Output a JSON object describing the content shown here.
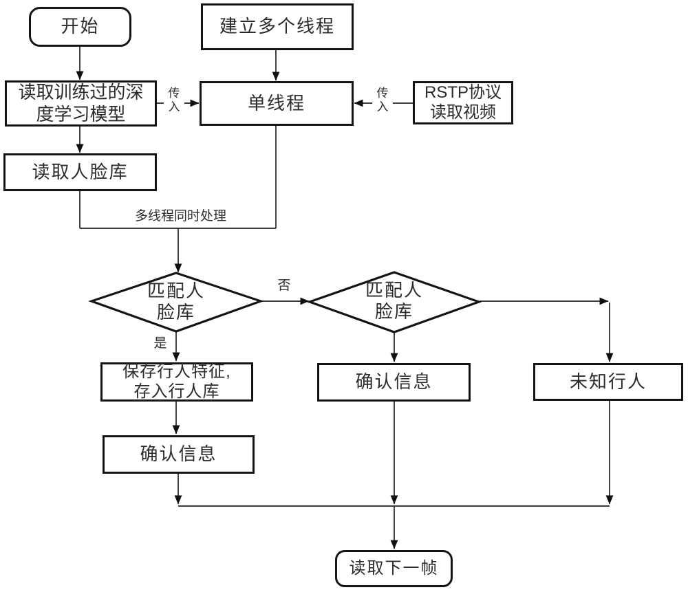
{
  "figure": {
    "type": "flowchart",
    "description_visible_text_only": true
  },
  "nodes": {
    "start": {
      "label": "开始",
      "shape": "rounded"
    },
    "create_threads": {
      "label": "建立多个线程",
      "shape": "rect"
    },
    "read_model": {
      "lines": [
        "读取训练过的深",
        "度学习模型"
      ],
      "shape": "rect"
    },
    "single_thread": {
      "label": "单线程",
      "shape": "rect"
    },
    "rstp_read_video": {
      "lines": [
        "RSTP协议",
        "读取视频"
      ],
      "shape": "rect"
    },
    "read_face_db": {
      "label": "读取人脸库",
      "shape": "rect"
    },
    "match_face_db_1": {
      "lines": [
        "匹配人",
        "脸库"
      ],
      "shape": "diamond"
    },
    "match_face_db_2": {
      "lines": [
        "匹配人",
        "脸库"
      ],
      "shape": "diamond"
    },
    "save_pedestrian_features": {
      "lines": [
        "保存行人特征,",
        "存入行人库"
      ],
      "shape": "rect"
    },
    "confirm_info_mid": {
      "label": "确认信息",
      "shape": "rect"
    },
    "unknown_pedestrian": {
      "label": "未知行人",
      "shape": "rect"
    },
    "confirm_info_left": {
      "label": "确认信息",
      "shape": "rect"
    },
    "read_next_frame": {
      "label": "读取下一帧",
      "shape": "rounded"
    }
  },
  "edge_labels": {
    "pass_in_left": {
      "lines": [
        "传",
        "入"
      ]
    },
    "pass_in_right": {
      "lines": [
        "传",
        "入"
      ]
    },
    "multithread_processing": "多线程同时处理",
    "no": "否",
    "yes": "是"
  },
  "colors": {
    "background": "#ffffff",
    "line": "#222222",
    "box_border": "#141414",
    "arrowhead": "#111111",
    "text": "#2b2b2b"
  }
}
